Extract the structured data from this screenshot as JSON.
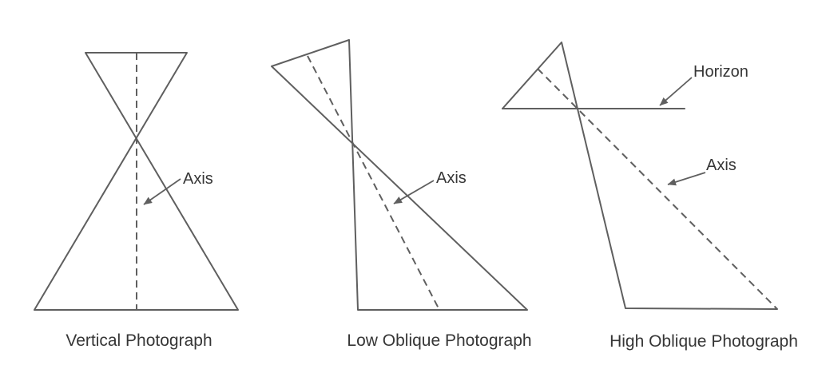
{
  "style": {
    "background_color": "#ffffff",
    "line_color": "#5f5f5f",
    "text_color": "#363636"
  },
  "diagrams": [
    {
      "caption": "Vertical Photograph",
      "axis_label": "Axis"
    },
    {
      "caption": "Low Oblique Photograph",
      "axis_label": "Axis"
    },
    {
      "caption": "High Oblique Photograph",
      "axis_label": "Axis",
      "horizon_label": "Horizon"
    }
  ]
}
